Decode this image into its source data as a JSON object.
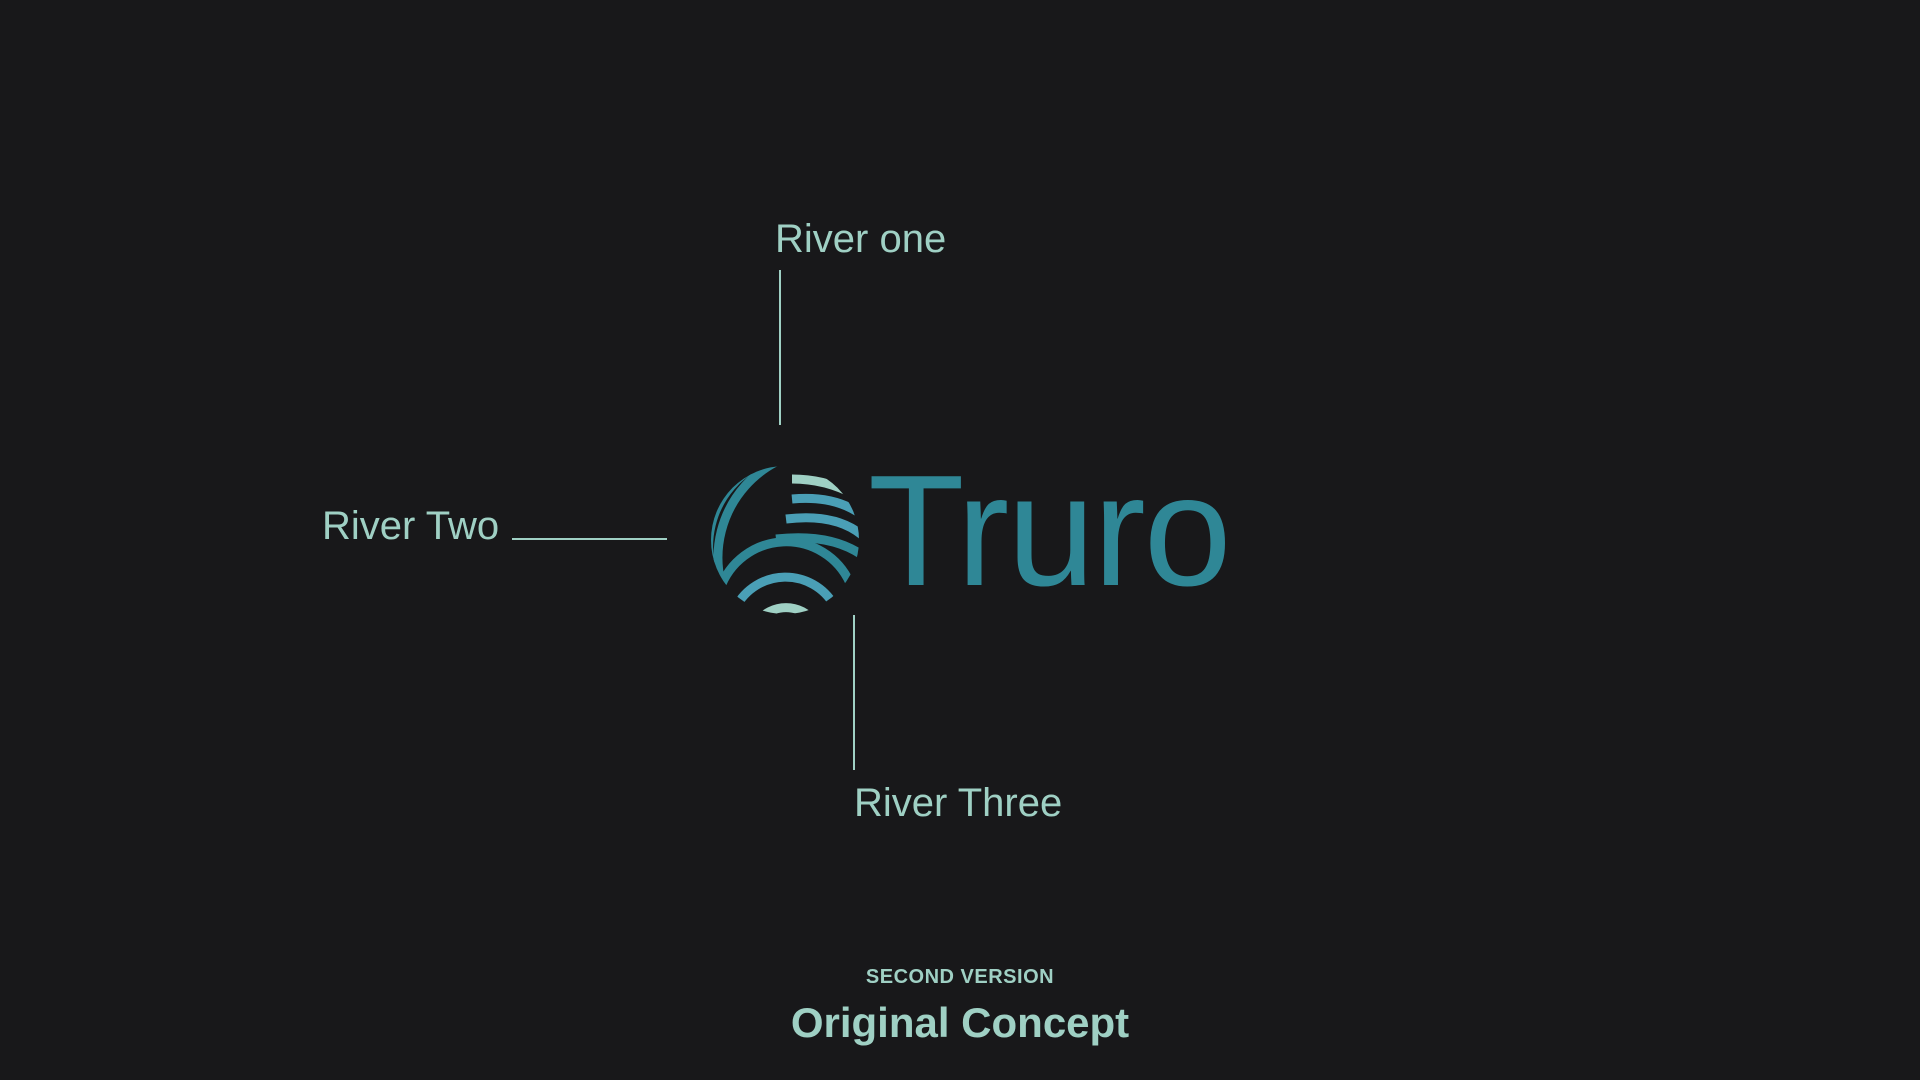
{
  "annotations": {
    "river_one": "River one",
    "river_two": "River Two",
    "river_three": "River Three"
  },
  "logo": {
    "icon": "striped-globe-icon",
    "wordmark": "Truro",
    "colors": {
      "teal_dark": "#2f8796",
      "teal_mid": "#4a9fb6",
      "mint": "#9fd0c4"
    }
  },
  "caption": {
    "version": "SECOND VERSION",
    "title": "Original Concept"
  },
  "colors": {
    "background": "#18181a",
    "label": "#9fd0c4"
  }
}
